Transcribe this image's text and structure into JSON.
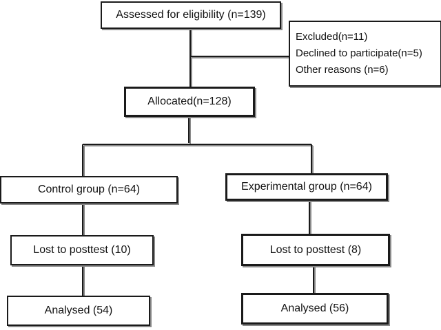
{
  "flowchart": {
    "assessed": "Assessed for eligibility (n=139)",
    "excluded": {
      "title": "Excluded(n=11)",
      "declined": "Declined to participate(n=5)",
      "other": "Other reasons (n=6)"
    },
    "allocated": "Allocated(n=128)",
    "control": {
      "group": "Control group (n=64)",
      "lost": "Lost to posttest (10)",
      "analysed": "Analysed (54)"
    },
    "experimental": {
      "group": "Experimental group (n=64)",
      "lost": "Lost to posttest (8)",
      "analysed": "Analysed (56)"
    }
  }
}
